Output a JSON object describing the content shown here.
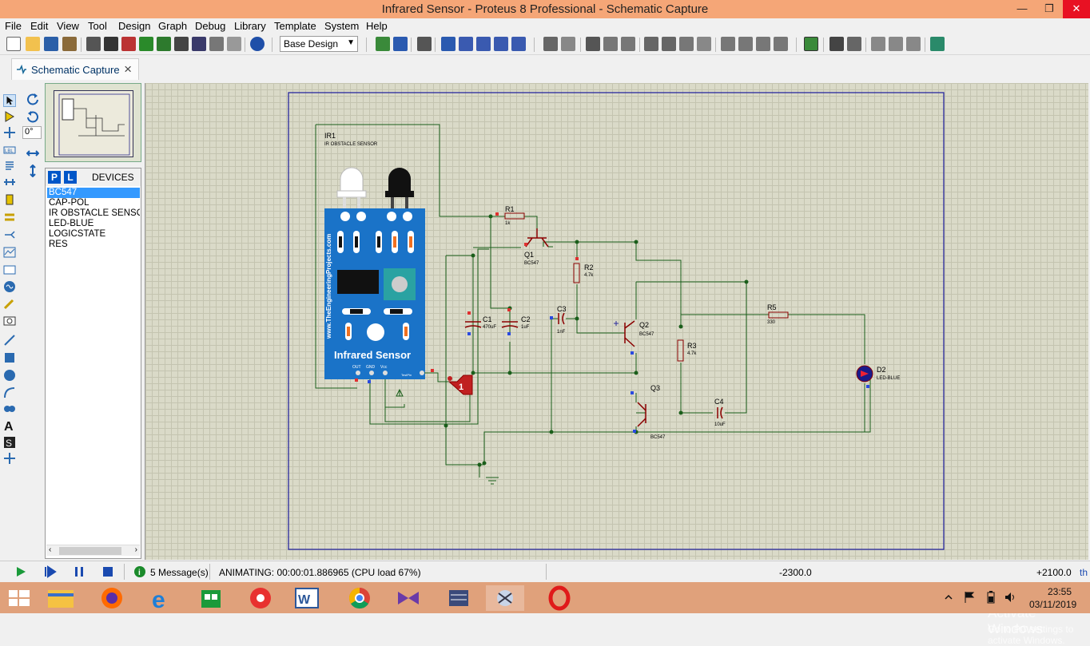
{
  "window": {
    "title": "Infrared Sensor  - Proteus 8 Professional - Schematic Capture"
  },
  "menu": [
    "File",
    "Edit",
    "View",
    "Tool",
    "Design",
    "Graph",
    "Debug",
    "Library",
    "Template",
    "System",
    "Help"
  ],
  "toolbar": {
    "design_select": "Base Design"
  },
  "tab": {
    "label": "Schematic Capture"
  },
  "angle": "0°",
  "devices": {
    "title": "DEVICES",
    "p_label": "P",
    "l_label": "L",
    "items": [
      "BC547",
      "CAP-POL",
      "IR OBSTACLE SENSOR",
      "LED-BLUE",
      "LOGICSTATE",
      "RES"
    ]
  },
  "schematic": {
    "ir_ref": "IR1",
    "ir_name": "IR OBSTACLE SENSOR",
    "board_site": "www.TheEngineeringProjects.com",
    "board_title": "Infrared Sensor",
    "pin_out": "OUT",
    "pin_gnd": "GND",
    "pin_vcc": "Vcc",
    "test_pin": "TestPin",
    "logic_value": "1",
    "r1": "R1",
    "r1_val": "1k",
    "q1": "Q1",
    "q1_val": "BC547",
    "r2": "R2",
    "r2_val": "4.7k",
    "c1": "C1",
    "c1_val": "470uF",
    "c2": "C2",
    "c2_val": "1uF",
    "c3": "C3",
    "c3_val": "1nF",
    "q2": "Q2",
    "q2_val": "BC547",
    "r3": "R3",
    "r3_val": "4.7k",
    "q3": "Q3",
    "q3_val": "BC547",
    "c4": "C4",
    "c4_val": "10uF",
    "r5": "R5",
    "r5_val": "330",
    "d2": "D2",
    "d2_val": "LED-BLUE"
  },
  "watermark": {
    "line1": "Activate Windows",
    "line2": "Go to PC settings to activate Windows."
  },
  "status": {
    "messages": "5 Message(s)",
    "animating": "ANIMATING: 00:00:01.886965 (CPU load 67%)",
    "coord_x": "-2300.0",
    "coord_y": "+2100.0",
    "unit": "th"
  },
  "taskbar": {
    "time": "23:55",
    "date": "03/11/2019"
  },
  "colors": {
    "titlebar": "#f5a677",
    "taskbar": "#e0a17b",
    "wire": "#1a5e1a",
    "component": "#8b0000",
    "board": "#1a73c8"
  }
}
